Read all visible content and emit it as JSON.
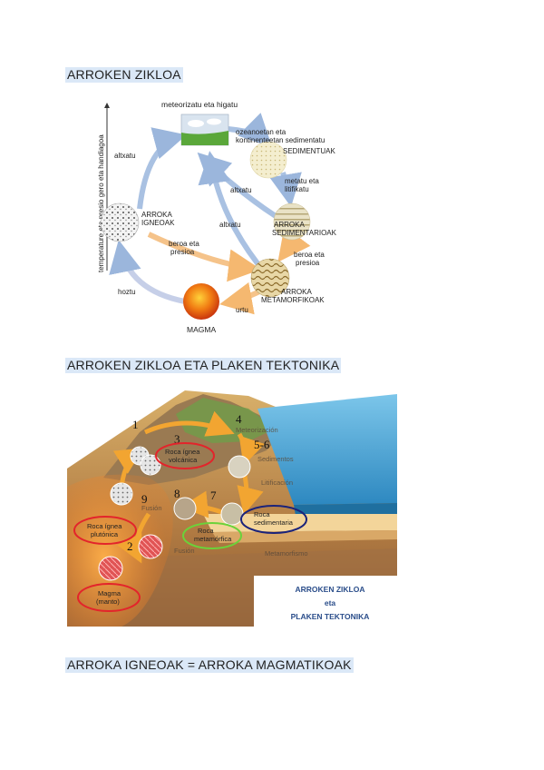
{
  "headings": {
    "h1": "ARROKEN ZIKLOA",
    "h2": "ARROKEN ZIKLOA ETA PLAKEN TEKTONIKA",
    "h3": "ARROKA IGNEOAK = ARROKA MAGMATIKOAK"
  },
  "cycle": {
    "axis_label": "temperature eta presio gero eta handiagoa",
    "weathering": "meteorizatu eta higatu",
    "transport_l1": "ozeanoetan eta",
    "transport_l2": "kontinenteetan sedimentatu",
    "sediments": "SEDIMENTUAK",
    "compact_l1": "metatu eta",
    "compact_l2": "litifikatu",
    "sedimentary_l1": "ARROKA",
    "sedimentary_l2": "SEDIMENTARIOAK",
    "igneous_l1": "ARROKA",
    "igneous_l2": "IGNEOAK",
    "metamorphic_l1": "ARROKA",
    "metamorphic_l2": "METAMORFIKOAK",
    "magma": "MAGMA",
    "uplift_left": "altxatu",
    "uplift_mid": "altxatu",
    "uplift_right": "altxatu",
    "heat_pressure_l1": "beroa eta",
    "heat_pressure_l2": "presioa",
    "heat_pressure2_l1": "beroa eta",
    "heat_pressure2_l2": "presioa",
    "cool": "hoztu",
    "melt": "urtu"
  },
  "tectonic": {
    "n1": "1",
    "n2": "2",
    "n3": "3",
    "n4": "4",
    "n56": "5-6",
    "n7": "7",
    "n8": "8",
    "n9": "9",
    "meteorizacion": "Meteorización",
    "sedimentos": "Sedimentos",
    "litificacion": "Litificación",
    "fusion_a": "Fusión",
    "fusion_b": "Fusión",
    "metamorfismo": "Metamorfismo",
    "volcanic_l1": "Roca ígnea",
    "volcanic_l2": "volcánica",
    "plutonic_l1": "Roca ígnea",
    "plutonic_l2": "plutónica",
    "metamorphic_l1": "Roca",
    "metamorphic_l2": "metamórfica",
    "sedimentary_l1": "Roca",
    "sedimentary_l2": "sedimentaria",
    "magma_l1": "Magma",
    "magma_l2": "(manto)",
    "box_l1": "ARROKEN ZIKLOA",
    "box_l2": "eta",
    "box_l3": "PLAKEN TEKTONIKA",
    "colors": {
      "highlight_red": "#e3242b",
      "highlight_green": "#6bd23a",
      "highlight_navy": "#1b237a",
      "box_text": "#2a4d8a",
      "ocean": "#5db3df"
    }
  }
}
